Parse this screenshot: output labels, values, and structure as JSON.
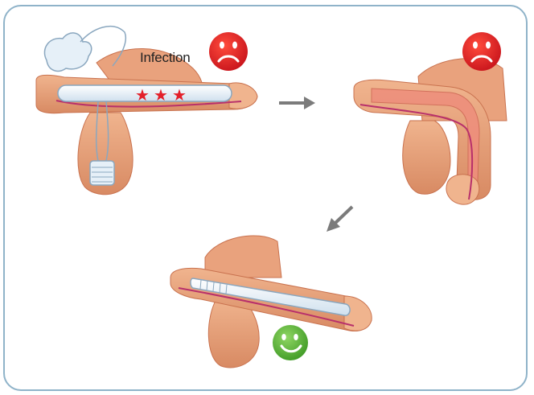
{
  "diagram": {
    "labels": {
      "infection": "Infection"
    },
    "colors": {
      "frame_border": "#8fb3c9",
      "skin": "#e9a27d",
      "skin_dark": "#c9724f",
      "skin_light": "#f3c4a6",
      "vessel": "#b8306b",
      "implant": "#e4eef7",
      "implant_outline": "#8aa7bf",
      "infection_stars": "#e3202a",
      "sad_face": "#e3202a",
      "happy_face": "#5db83a",
      "arrow": "#7b7b7b"
    },
    "panels": [
      {
        "id": "infected-implant",
        "face": "sad",
        "icon": "sad-face-icon"
      },
      {
        "id": "explanted",
        "face": "sad",
        "icon": "sad-face-icon"
      },
      {
        "id": "new-implant",
        "face": "happy",
        "icon": "happy-face-icon"
      }
    ],
    "arrows": [
      {
        "from": "infected-implant",
        "to": "explanted",
        "icon": "arrow-right-icon"
      },
      {
        "from": "explanted",
        "to": "new-implant",
        "icon": "arrow-down-left-icon"
      }
    ],
    "infection_marker_count": 3
  }
}
